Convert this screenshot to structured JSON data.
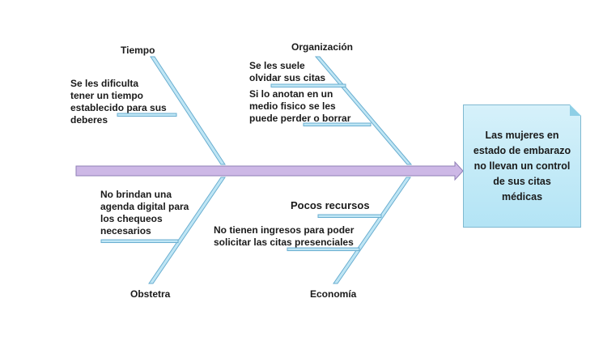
{
  "diagram": {
    "effect": "Las mujeres en estado de embarazo no llevan un control de sus citas médicas",
    "categories": {
      "tiempo": {
        "label": "Tiempo",
        "causes": [
          "Se les dificulta\n tener un tiempo\nestablecido para sus\ndeberes"
        ]
      },
      "organizacion": {
        "label": "Organización",
        "causes": [
          "Se les suele\nolvidar sus citas",
          "Si lo anotan en un\nmedio fisico se les\npuede perder o borrar"
        ]
      },
      "obstetra": {
        "label": "Obstetra",
        "causes": [
          "No brindan una\nagenda digital para\n los chequeos\nnecesarios"
        ]
      },
      "economia": {
        "label": "Economía",
        "causes": [
          "Pocos   recursos",
          "No tienen ingresos para poder\nsolicitar las citas presenciales"
        ]
      }
    },
    "colors": {
      "spine": "#cdb8e6",
      "spine_border": "#8f7fb6",
      "bone": "#bfe6f5",
      "bone_border": "#6aaed0",
      "box_fill": "#c4ebf8",
      "box_border": "#7fb9d0"
    }
  }
}
